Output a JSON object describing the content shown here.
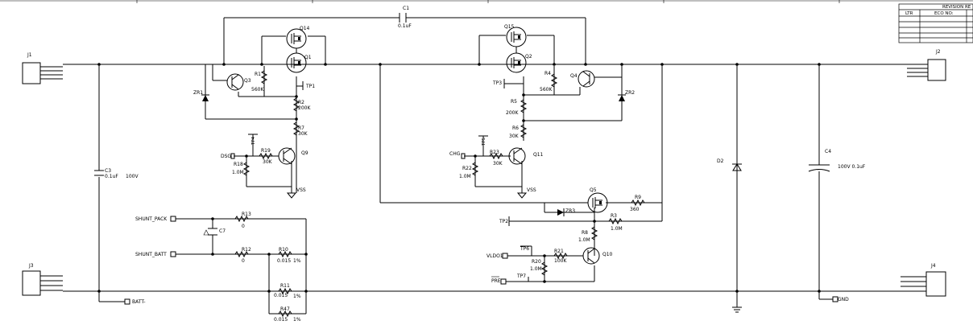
{
  "revision_block": {
    "title": "REVISION RE",
    "col_ltr": "LTR",
    "col_eco": "ECO NO:"
  },
  "connectors": {
    "j1": "J1",
    "j2": "J2",
    "j3": "J3",
    "j4": "J4"
  },
  "transistors": {
    "q14": "Q14",
    "q1": "Q1",
    "q15": "Q15",
    "q2": "Q2",
    "q3": "Q3",
    "q4": "Q4",
    "q9": "Q9",
    "q11": "Q11",
    "q5": "Q5",
    "q10": "Q10"
  },
  "capacitors": {
    "c1": {
      "ref": "C1",
      "value": "0.1uF"
    },
    "c3": {
      "ref": "C3",
      "value": "0.1uF",
      "rating": "100V"
    },
    "c4": {
      "ref": "C4",
      "value": "100V  0.1uF"
    },
    "c7": {
      "ref": "C7"
    }
  },
  "resistors": {
    "r1": {
      "ref": "R1",
      "value": "560K"
    },
    "r2": {
      "ref": "R2",
      "value": "200K"
    },
    "r7": {
      "ref": "R7",
      "value": "30K"
    },
    "r19": {
      "ref": "R19",
      "value": "30K"
    },
    "r18": {
      "ref": "R18",
      "value": "1.0M"
    },
    "r4": {
      "ref": "R4",
      "value": "560K"
    },
    "r5": {
      "ref": "R5",
      "value": "200K"
    },
    "r6": {
      "ref": "R6",
      "value": "30K"
    },
    "r23": {
      "ref": "R23",
      "value": "30K"
    },
    "r22": {
      "ref": "R22",
      "value": "1.0M"
    },
    "r9": {
      "ref": "R9",
      "value": "360"
    },
    "r3": {
      "ref": "R3",
      "value": "1.0M"
    },
    "r8": {
      "ref": "R8",
      "value": "1.0M"
    },
    "r21": {
      "ref": "R21",
      "value": "100K"
    },
    "r20": {
      "ref": "R20",
      "value": "1.0M"
    },
    "r13": {
      "ref": "R13",
      "value": "0"
    },
    "r12": {
      "ref": "R12",
      "value": "0"
    },
    "r10": {
      "ref": "R10",
      "value": "0.015",
      "tol": "1%"
    },
    "r11": {
      "ref": "R11",
      "value": "0.015",
      "tol": "1%"
    },
    "r47": {
      "ref": "R47",
      "value": "0.015",
      "tol": "1%"
    }
  },
  "diodes": {
    "zr1": "ZR1",
    "zr2": "ZR2",
    "zr3": "ZR3",
    "d2": "D2"
  },
  "test_points": {
    "tp1": "TP1",
    "tp2": "TP2",
    "tp3": "TP3",
    "tp4": "TP4",
    "tp5": "TP5",
    "tp6": "TP6",
    "tp7": "TP7"
  },
  "nets": {
    "dsg": "DSG",
    "chg": "CHG",
    "vss_left": "VSS",
    "vss_right": "VSS",
    "shunt_pack": "SHUNT_PACK",
    "shunt_batt": "SHUNT_BATT",
    "batt_minus": "BATT-",
    "vldo1": "VLDO1",
    "pre": "PRE",
    "gnd": "GND"
  }
}
